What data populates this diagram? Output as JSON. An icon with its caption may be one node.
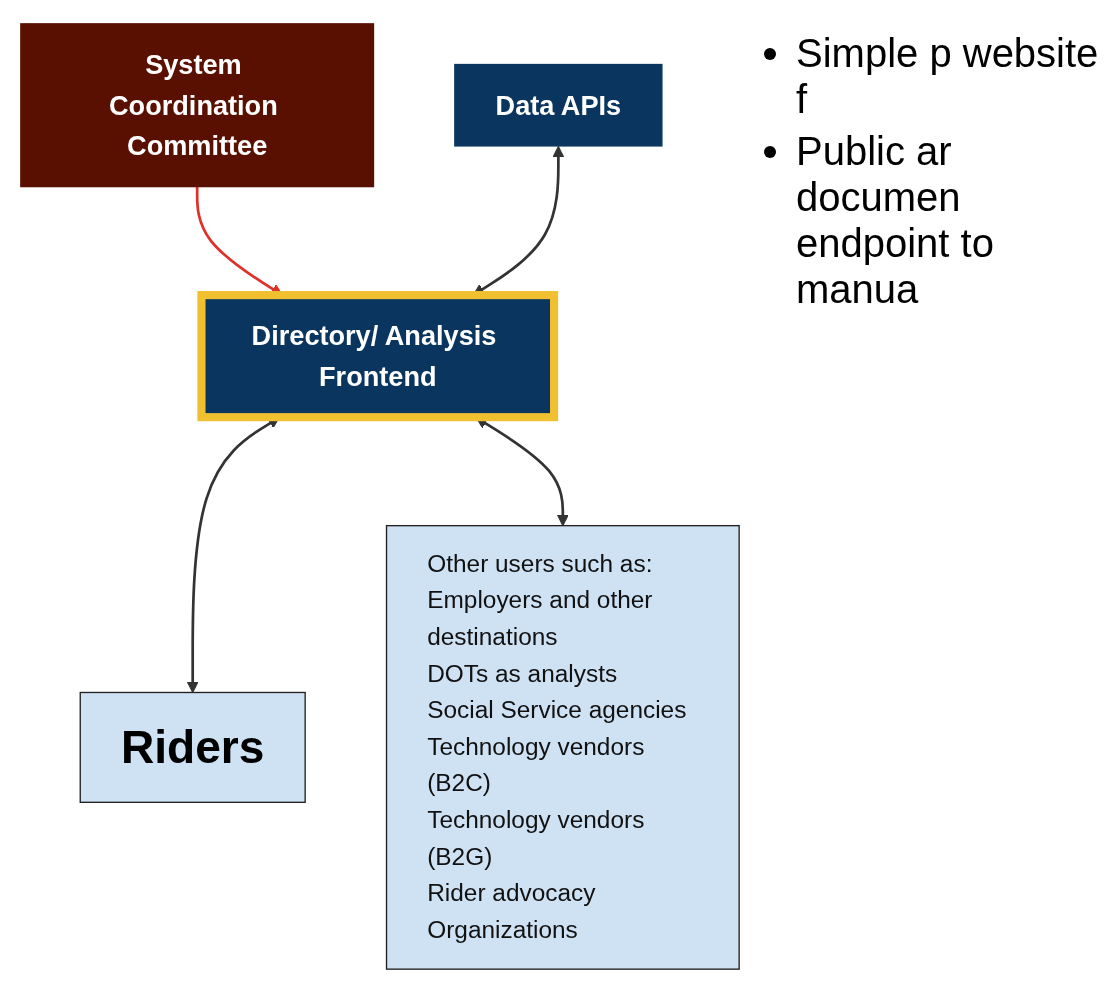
{
  "diagram": {
    "nodes": [
      {
        "text": [
          "System Coordination Committee"
        ]
      },
      {
        "text": [
          "Data APIs"
        ]
      },
      {
        "text": [
          "Directory/ Analysis Frontend"
        ]
      },
      {
        "text": [
          "Riders"
        ]
      },
      {
        "text": [
          "Other users such as:",
          "Employers and other destinations",
          "DOTs as analysts",
          "Social Service agencies",
          "Technology vendors (B2C)",
          "Technology vendors (B2G)",
          "Rider advocacy Organizations"
        ]
      }
    ],
    "edges": [
      {
        "from": 0,
        "to": 2,
        "arrow": "to",
        "color": "#e0302a"
      },
      {
        "from": 1,
        "to": 2,
        "arrow": "both"
      },
      {
        "from": 2,
        "to": 3,
        "arrow": "both"
      },
      {
        "from": 2,
        "to": 4,
        "arrow": "both"
      }
    ],
    "labels": [
      "Simple p website f",
      "Public ar documen endpoint to manua"
    ]
  }
}
